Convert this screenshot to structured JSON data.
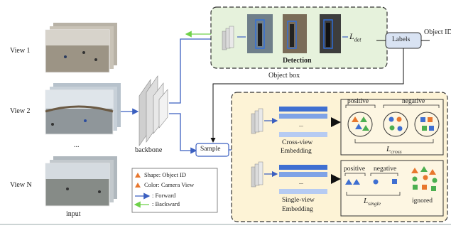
{
  "views": [
    {
      "label": "View 1"
    },
    {
      "label": "View 2"
    },
    {
      "label": "..."
    },
    {
      "label": "View N"
    }
  ],
  "input_label": "input",
  "backbone_label": "backbone",
  "detection": {
    "title": "Detection",
    "loss": "L",
    "loss_sub": "det"
  },
  "labels_box": "Labels",
  "object_id": "Object ID",
  "object_box": "Object box",
  "sample_box": "Sample",
  "cross_view": {
    "line1": "Cross-view",
    "line2": "Embedding",
    "dots": "...",
    "positive": "positive",
    "negative": "negative",
    "loss": "L",
    "loss_sub": "cross"
  },
  "single_view": {
    "line1": "Single-view",
    "line2": "Embedding",
    "dots": "...",
    "positive": "positive",
    "negative": "negative",
    "ignored": "ignored",
    "loss": "L",
    "loss_sub": "single"
  },
  "legend": {
    "shape": "Shape: Object ID",
    "color": "Color: Camera View",
    "forward": ": Forward",
    "backward": ": Backward"
  },
  "colors": {
    "forward": "#3b5fc0",
    "backward": "#6fd14a",
    "detection_bg": "#e6f2dc",
    "embed_bg": "#fdf3d6",
    "orange": "#e8772e",
    "green": "#4caf50",
    "blue": "#3f6fd1",
    "labels_fill": "#d9e3f3"
  }
}
